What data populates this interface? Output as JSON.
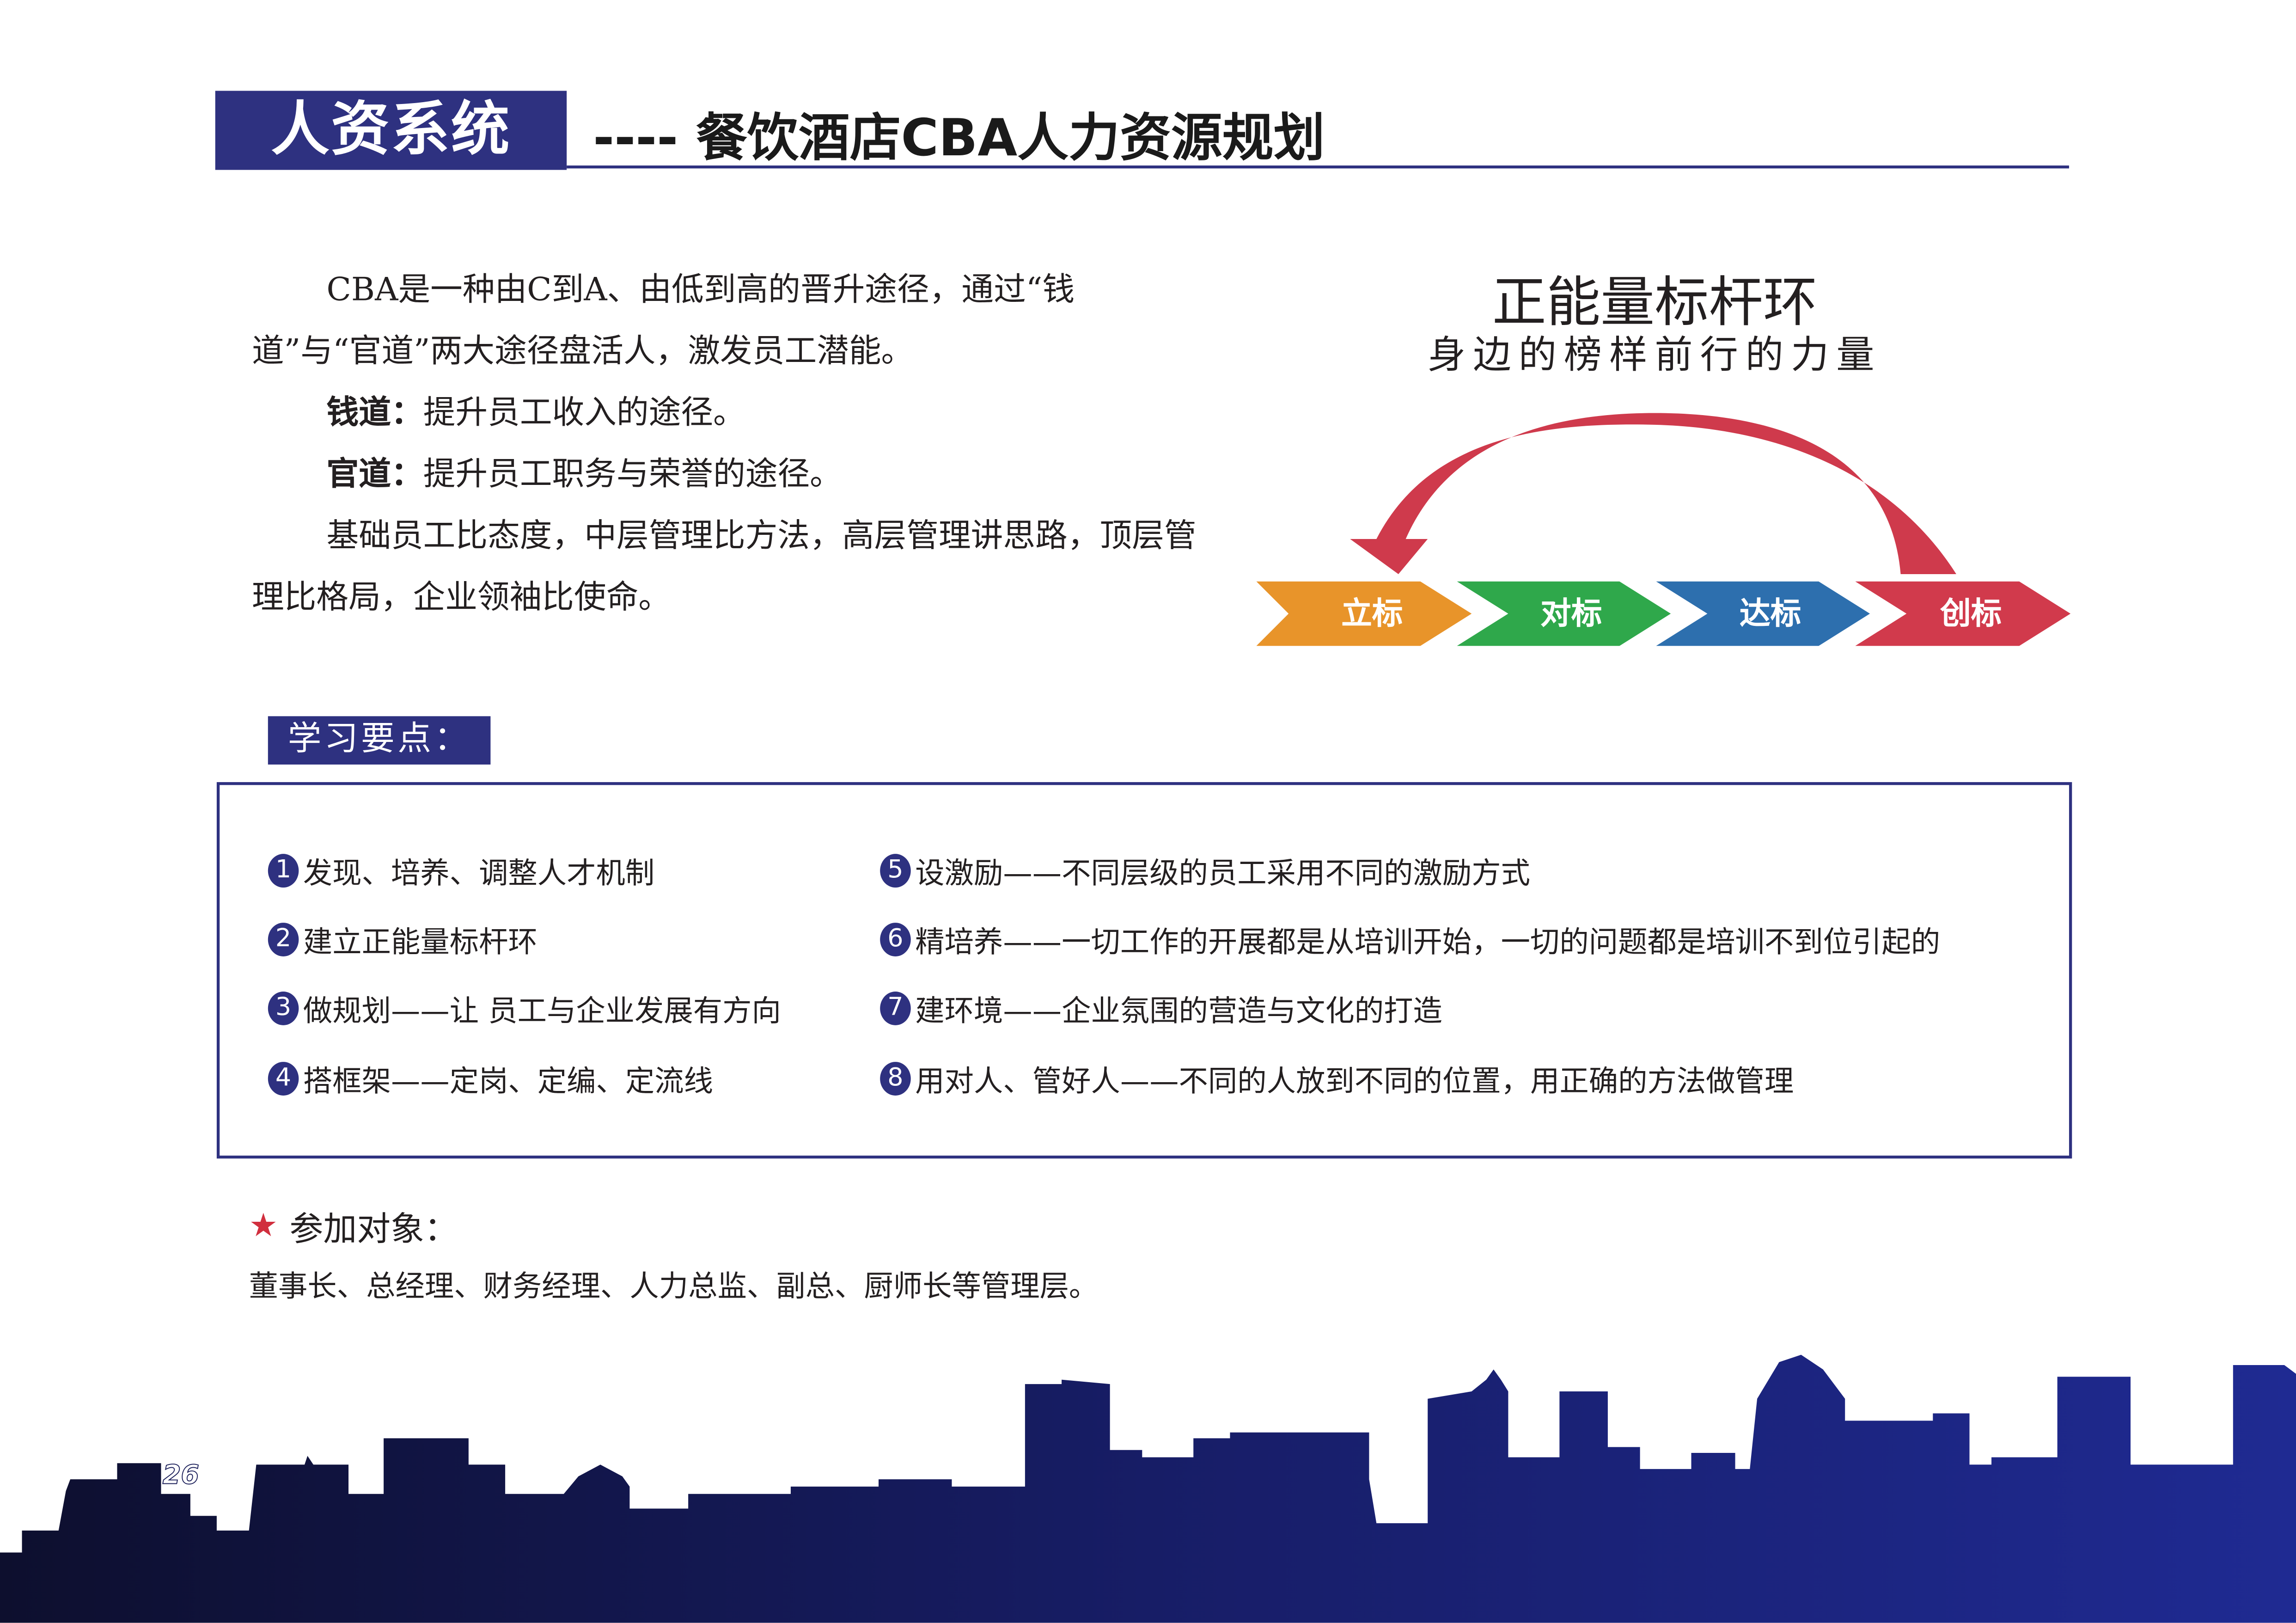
{
  "header": {
    "title": "人资系统",
    "subtitle": "---- 餐饮酒店CBA人力资源规划"
  },
  "intro": {
    "p1": "CBA是一种由C到A、由低到高的晋升途径，通过“钱道”与“官道”两大途径盘活人，激发员工潜能。",
    "money_label": "钱道：",
    "money_text": "提升员工收入的途径。",
    "official_label": "官道：",
    "official_text": "提升员工职务与荣誉的途径。",
    "p4": "基础员工比态度，中层管理比方法，高层管理讲思路，顶层管理比格局，企业领袖比使命。"
  },
  "diagram": {
    "title": "正能量标杆环",
    "subtitle": "身边的榜样前行的力量",
    "steps": [
      {
        "label": "立标",
        "color": "#e8942a"
      },
      {
        "label": "对标",
        "color": "#2fa84b"
      },
      {
        "label": "达标",
        "color": "#2d6fae"
      },
      {
        "label": "创标",
        "color": "#d13a4c"
      }
    ],
    "arc_color": "#cf3a4c"
  },
  "learning": {
    "heading": "学习要点：",
    "items": [
      {
        "num": "1",
        "text": "发现、培养、调整人才机制"
      },
      {
        "num": "2",
        "text": "建立正能量标杆环"
      },
      {
        "num": "3",
        "text": "做规划——让 员工与企业发展有方向"
      },
      {
        "num": "4",
        "text": "搭框架——定岗、定编、定流线"
      },
      {
        "num": "5",
        "text": "设激励——不同层级的员工采用不同的激励方式"
      },
      {
        "num": "6",
        "text": "精培养——一切工作的开展都是从培训开始，一切的问题都是培训不到位引起的"
      },
      {
        "num": "7",
        "text": "建环境——企业氛围的营造与文化的打造"
      },
      {
        "num": "8",
        "text": "用对人、管好人——不同的人放到不同的位置，用正确的方法做管理"
      }
    ]
  },
  "audience": {
    "heading": "参加对象：",
    "text": "董事长、总经理、财务经理、人力总监、副总、厨师长等管理层。"
  },
  "page_number": "26",
  "colors": {
    "navy": "#2e3180",
    "star": "#d12f3e"
  }
}
